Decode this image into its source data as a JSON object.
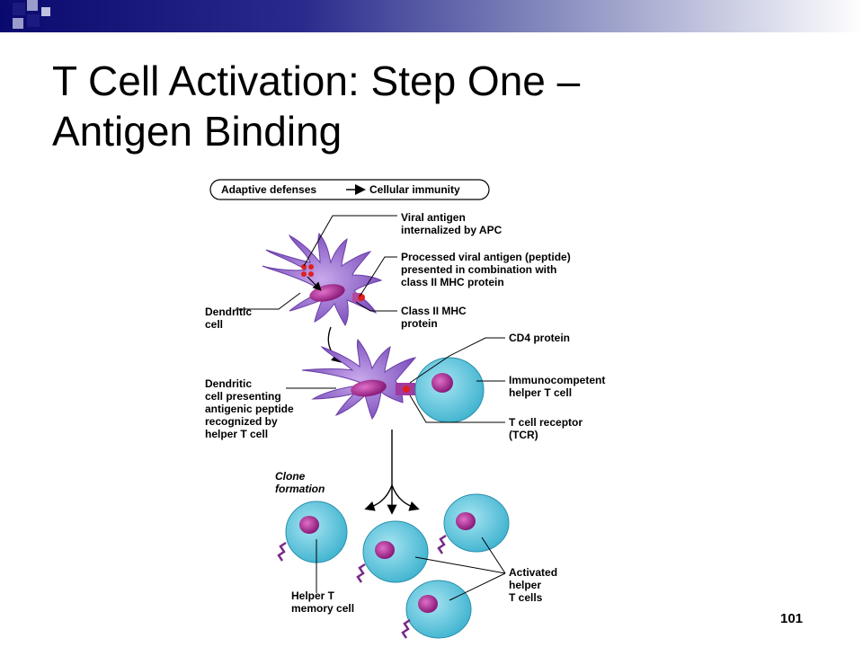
{
  "slide": {
    "title_line1": "T Cell Activation: Step One –",
    "title_line2": "Antigen Binding",
    "page_number": "101"
  },
  "figure": {
    "banner_left": "Adaptive defenses",
    "banner_right": "Cellular immunity",
    "labels": {
      "viral_antigen_1": "Viral antigen",
      "viral_antigen_2": "internalized by APC",
      "processed_1": "Processed viral antigen (peptide)",
      "processed_2": "presented in combination with",
      "processed_3": "class II MHC protein",
      "dendritic_1": "Dendritic",
      "dendritic_2": "cell",
      "mhc_1": "Class II MHC",
      "mhc_2": "protein",
      "cd4": "CD4 protein",
      "immuno_1": "Immunocompetent",
      "immuno_2": "helper T cell",
      "presenting_1": "Dendritic",
      "presenting_2": "cell presenting",
      "presenting_3": "antigenic peptide",
      "presenting_4": "recognized by",
      "presenting_5": "helper T cell",
      "tcr_1": "T cell receptor",
      "tcr_2": "(TCR)",
      "clone_1": "Clone",
      "clone_2": "formation",
      "memory_1": "Helper T",
      "memory_2": "memory cell",
      "activated_1": "Activated",
      "activated_2": "helper",
      "activated_3": "T cells"
    }
  },
  "colors": {
    "header_dark": "#0a0a6e",
    "square_dark": "#1a1a80",
    "square_light": "#9a9ccc",
    "dendritic_cell": "#8b5fc8",
    "t_cell": "#4fc3dc",
    "nucleus": "#a0288c",
    "antigen": "#e02020"
  }
}
